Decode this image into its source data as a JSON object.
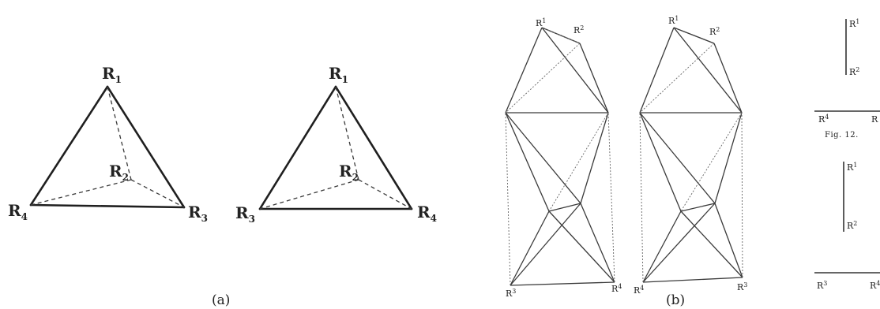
{
  "panel_a": {
    "caption": "(a)",
    "left_tetrahedron": {
      "top": {
        "main": "R",
        "sub": "1"
      },
      "middle": {
        "main": "R",
        "sub": "2"
      },
      "left": {
        "main": "R",
        "sub": "4"
      },
      "right": {
        "main": "R",
        "sub": "3"
      }
    },
    "right_tetrahedron": {
      "top": {
        "main": "R",
        "sub": "1"
      },
      "middle": {
        "main": "R",
        "sub": "2"
      },
      "left": {
        "main": "R",
        "sub": "3"
      },
      "right": {
        "main": "R",
        "sub": "4"
      }
    }
  },
  "panel_b": {
    "caption": "(b)",
    "figure1": {
      "top_left": {
        "main": "R",
        "sup": "1"
      },
      "top_right": {
        "main": "R",
        "sup": "2"
      },
      "bottom_left": {
        "main": "R",
        "sup": "3"
      },
      "bottom_right": {
        "main": "R",
        "sup": "4"
      }
    },
    "figure2": {
      "top_left": {
        "main": "R",
        "sup": "1"
      },
      "top_right": {
        "main": "R",
        "sup": "2"
      },
      "bottom_left": {
        "main": "R",
        "sup": "4"
      },
      "bottom_right": {
        "main": "R",
        "sup": "3"
      }
    },
    "fig12": {
      "caption": "Fig. 12.",
      "v1_top": {
        "main": "R",
        "sup": "1"
      },
      "v1_bottom": {
        "main": "R",
        "sup": "2"
      },
      "h1_left": {
        "main": "R",
        "sup": "4"
      },
      "h1_right": {
        "main": "R",
        "sup": ""
      },
      "v2_top": {
        "main": "R",
        "sup": "1"
      },
      "v2_bottom": {
        "main": "R",
        "sup": "2"
      },
      "h2_left": {
        "main": "R",
        "sup": "3"
      },
      "h2_right": {
        "main": "R",
        "sup": "4"
      }
    }
  }
}
